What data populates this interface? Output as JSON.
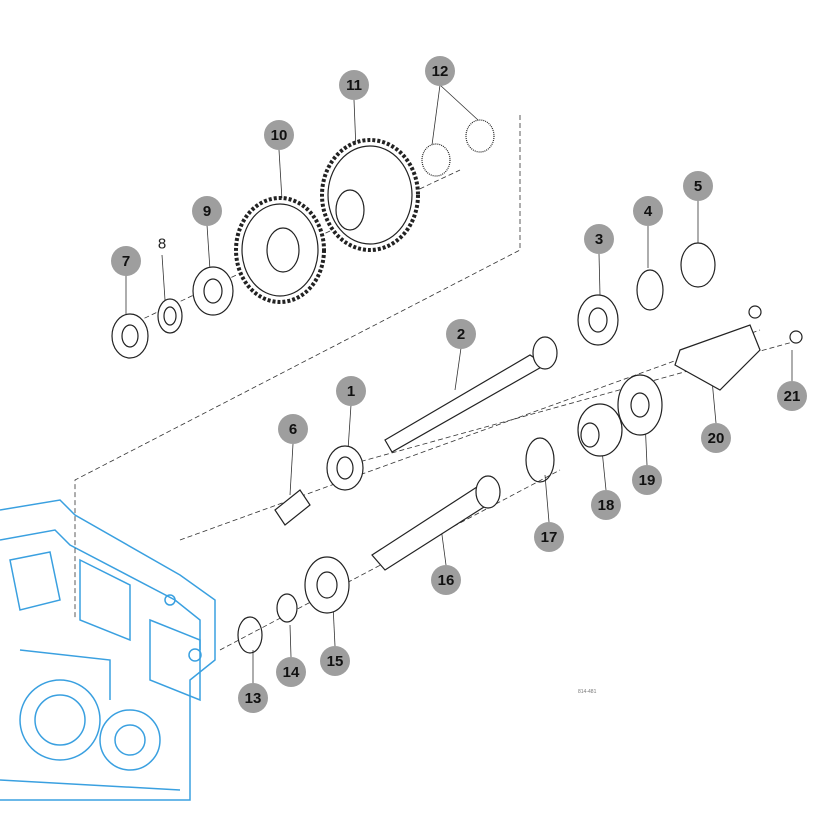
{
  "callouts": {
    "c1": "1",
    "c2": "2",
    "c3": "3",
    "c4": "4",
    "c5": "5",
    "c6": "6",
    "c7": "7",
    "c8": "8",
    "c9": "9",
    "c10": "10",
    "c11": "11",
    "c12": "12",
    "c13": "13",
    "c14": "14",
    "c15": "15",
    "c16": "16",
    "c17": "17",
    "c18": "18",
    "c19": "19",
    "c20": "20",
    "c21": "21"
  },
  "drawing_code": "814-481",
  "colors": {
    "housing": "#3aa0e0",
    "callout": "#9e9e9e",
    "line": "#222222"
  }
}
